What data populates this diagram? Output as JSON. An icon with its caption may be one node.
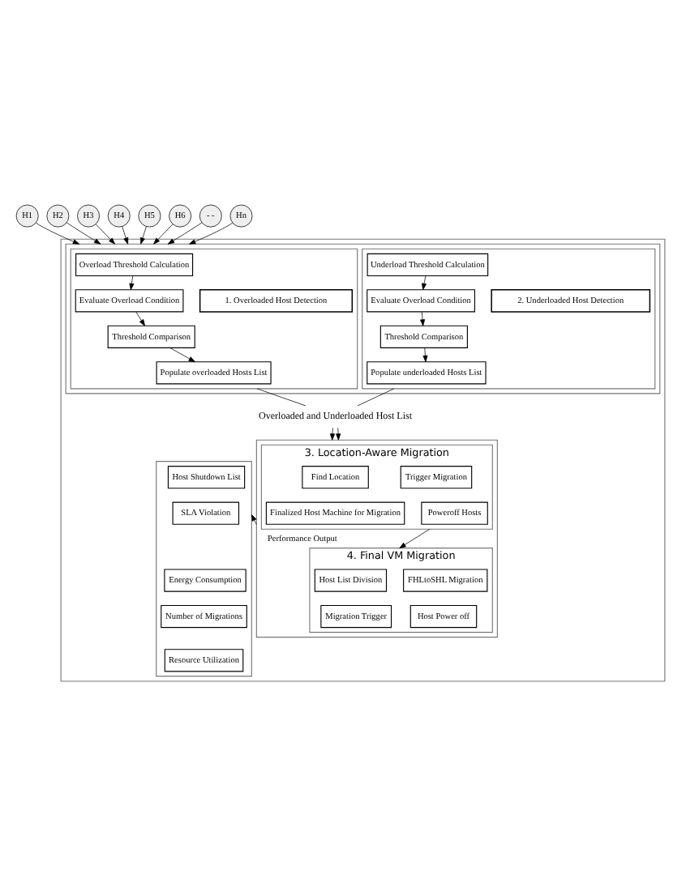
{
  "diagram": {
    "nodes": [
      {
        "text": [
          "H1"
        ]
      },
      {
        "text": [
          "H2"
        ]
      },
      {
        "text": [
          "H3"
        ]
      },
      {
        "text": [
          "H4"
        ]
      },
      {
        "text": [
          "H5"
        ]
      },
      {
        "text": [
          "H6"
        ]
      },
      {
        "text": [
          "- -"
        ]
      },
      {
        "text": [
          "Hn"
        ]
      },
      {
        "text": [],
        "shape": "box"
      },
      {
        "text": [],
        "shape": "box",
        "in": 8
      },
      {
        "text": [],
        "shape": "box",
        "in": 9
      },
      {
        "text": [
          "Overload Threshold Calculation"
        ],
        "in": 10
      },
      {
        "text": [
          "Evaluate Overload Condition"
        ],
        "in": 10
      },
      {
        "text": [
          "Threshold Comparison"
        ],
        "in": 10
      },
      {
        "text": [
          "Populate overloaded Hosts List"
        ],
        "in": 10
      },
      {
        "text": [
          "1. Overloaded Host Detection"
        ],
        "in": 10
      },
      {
        "text": [],
        "shape": "box",
        "in": 9
      },
      {
        "text": [
          "Underload Threshold Calculation"
        ],
        "in": 16
      },
      {
        "text": [
          "Evaluate Overload Condition"
        ],
        "in": 16
      },
      {
        "text": [
          "Threshold Comparison"
        ],
        "in": 16
      },
      {
        "text": [
          "Populate underloaded Hosts List"
        ],
        "in": 16
      },
      {
        "text": [
          "2. Underloaded Host Detection"
        ],
        "in": 16
      },
      {
        "text": [
          "Overloaded and Underloaded Host List"
        ],
        "in": 8
      },
      {
        "text": [],
        "shape": "box",
        "in": 8
      },
      {
        "text": [
          "3. Location-Aware Migration"
        ],
        "in": 23
      },
      {
        "text": [
          "Find Location"
        ],
        "in": 24
      },
      {
        "text": [
          "Trigger Migration"
        ],
        "in": 24
      },
      {
        "text": [
          "Finalized Host Machine for Migration"
        ],
        "in": 24
      },
      {
        "text": [
          "Poweroff Hosts"
        ],
        "in": 24
      },
      {
        "text": [
          "4. Final VM Migration"
        ],
        "in": 23
      },
      {
        "text": [
          "Host List Division"
        ],
        "in": 29
      },
      {
        "text": [
          "FHLtoSHL Migration"
        ],
        "in": 29
      },
      {
        "text": [
          "Migration Trigger"
        ],
        "in": 29
      },
      {
        "text": [
          "Host Power off"
        ],
        "in": 29
      },
      {
        "text": [],
        "shape": "box",
        "in": 8
      },
      {
        "text": [
          "Host Shutdown List"
        ],
        "in": 34
      },
      {
        "text": [
          "SLA Violation"
        ],
        "in": 34
      },
      {
        "text": [
          "Energy Consumption"
        ],
        "in": 34
      },
      {
        "text": [
          "Number of Migrations"
        ],
        "in": 34
      },
      {
        "text": [
          "Resource Utilization"
        ],
        "in": 34
      }
    ],
    "edges": [
      {
        "from": 0,
        "to": 9,
        "arrow": "to"
      },
      {
        "from": 1,
        "to": 9,
        "arrow": "to"
      },
      {
        "from": 2,
        "to": 9,
        "arrow": "to"
      },
      {
        "from": 3,
        "to": 9,
        "arrow": "to"
      },
      {
        "from": 4,
        "to": 9,
        "arrow": "to"
      },
      {
        "from": 5,
        "to": 9,
        "arrow": "to"
      },
      {
        "from": 6,
        "to": 9,
        "arrow": "to"
      },
      {
        "from": 7,
        "to": 9,
        "arrow": "to"
      },
      {
        "from": 11,
        "to": 12,
        "arrow": "to"
      },
      {
        "from": 12,
        "to": 13,
        "arrow": "to"
      },
      {
        "from": 13,
        "to": 14,
        "arrow": "to"
      },
      {
        "from": 17,
        "to": 18,
        "arrow": "to"
      },
      {
        "from": 18,
        "to": 19,
        "arrow": "to"
      },
      {
        "from": 19,
        "to": 20,
        "arrow": "to"
      },
      {
        "from": 10,
        "to": 22,
        "arrow": "none"
      },
      {
        "from": 16,
        "to": 22,
        "arrow": "none"
      },
      {
        "from": 22,
        "to": 23,
        "arrow": "to"
      },
      {
        "from": 22,
        "to": 23,
        "arrow": "to"
      },
      {
        "from": 24,
        "to": 29,
        "arrow": "to"
      },
      {
        "from": 23,
        "to": 34,
        "label": "Performance Output",
        "arrow": "to"
      }
    ]
  }
}
